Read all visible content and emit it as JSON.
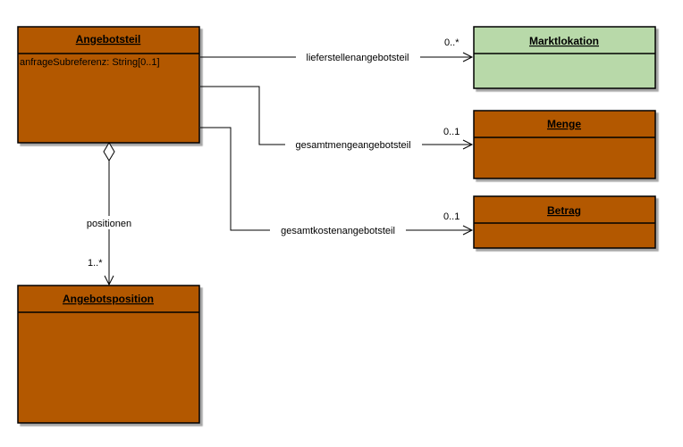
{
  "colors": {
    "class_fill": "#b35900",
    "highlight_fill": "#b8d9a9",
    "line": "#000000"
  },
  "classes": {
    "angebotsteil": {
      "name": "Angebotsteil",
      "attributes": [
        "anfrageSubreferenz: String[0..1]"
      ]
    },
    "marktlokation": {
      "name": "Marktlokation"
    },
    "menge": {
      "name": "Menge"
    },
    "betrag": {
      "name": "Betrag"
    },
    "angebotsposition": {
      "name": "Angebotsposition"
    }
  },
  "associations": {
    "lieferstellen": {
      "label": "lieferstellenangebotsteil",
      "multiplicity": "0..*"
    },
    "gesamtmenge": {
      "label": "gesamtmengeangebotsteil",
      "multiplicity": "0..1"
    },
    "gesamtkosten": {
      "label": "gesamtkostenangebotsteil",
      "multiplicity": "0..1"
    },
    "positionen": {
      "label": "positionen",
      "multiplicity": "1..*",
      "kind": "aggregation"
    }
  }
}
